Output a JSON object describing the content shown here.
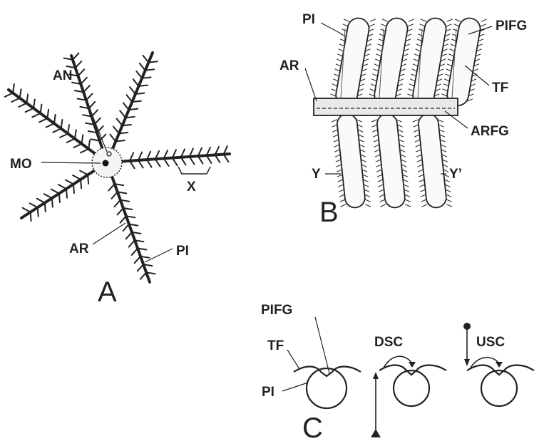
{
  "panels": {
    "A": {
      "letter": "A",
      "labels": {
        "an": "AN",
        "mo": "MO",
        "x": "X",
        "ar": "AR",
        "pi": "PI"
      }
    },
    "B": {
      "letter": "B",
      "labels": {
        "pi": "PI",
        "pifg": "PIFG",
        "ar": "AR",
        "tf": "TF",
        "arfg": "ARFG",
        "y": "Y",
        "y2": "Y’"
      }
    },
    "C": {
      "letter": "C",
      "labels": {
        "pifg": "PIFG",
        "tf": "TF",
        "pi": "PI",
        "dsc": "DSC",
        "usc": "USC"
      }
    }
  },
  "colors": {
    "ink": "#222222",
    "background": "#ffffff"
  }
}
